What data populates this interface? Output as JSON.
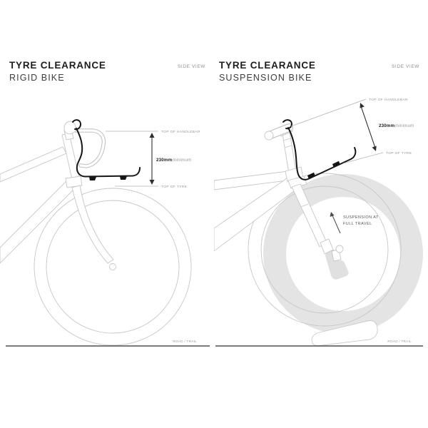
{
  "colors": {
    "bike_outline": "#c6c6c6",
    "harness_black": "#161616",
    "ghost_gray": "#e4e4e4",
    "ground_line": "#4f4f4f",
    "label_gray": "#989898",
    "heading_dark": "#1d1d1d"
  },
  "panels": [
    {
      "id": "rigid",
      "title": "TYRE CLEARANCE",
      "subtitle": "RIGID BIKE",
      "view_label": "SIDE VIEW",
      "annotations": {
        "top_of_handlebar": "TOP OF HANDLEBAR",
        "clearance_value": "230mm",
        "clearance_qualifier": "minimum",
        "top_of_tyre": "TOP OF TYRE",
        "ground": "ROAD / TRAIL"
      }
    },
    {
      "id": "suspension",
      "title": "TYRE CLEARANCE",
      "subtitle": "SUSPENSION BIKE",
      "view_label": "SIDE VIEW",
      "annotations": {
        "top_of_handlebar": "TOP OF HANDLEBAR",
        "clearance_value": "230mm",
        "clearance_qualifier": "minimum",
        "top_of_tyre": "TOP OF TYRE",
        "suspension_line1": "SUSPENSION AT",
        "suspension_line2": "FULL TRAVEL",
        "ground": "ROAD / TRAIL"
      }
    }
  ]
}
